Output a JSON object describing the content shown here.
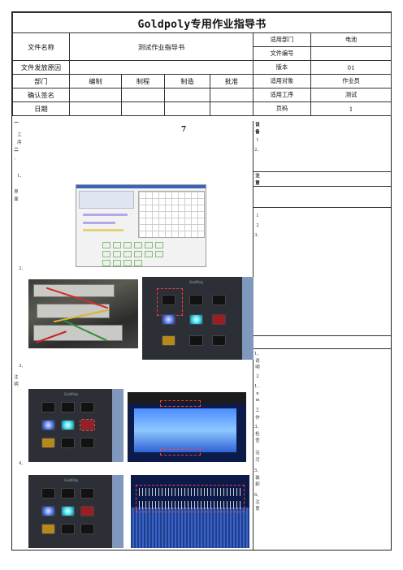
{
  "header": {
    "title": "Goldpoly专用作业指导书",
    "file_name_label": "文件名称",
    "file_name_value": "测试作业指导书",
    "issue_reason_label": "文件发放原因",
    "dept_label": "部门",
    "confirm_sign_label": "确认签名",
    "date_label": "日期",
    "roles": [
      "编制",
      "制程",
      "制造",
      "批准"
    ],
    "meta": [
      {
        "label": "适用部门",
        "value": "电池"
      },
      {
        "label": "文件编号",
        "value": ""
      },
      {
        "label": "版本",
        "value": "01"
      },
      {
        "label": "适用对象",
        "value": "作业员"
      },
      {
        "label": "适用工序",
        "value": "测试"
      },
      {
        "label": "页码",
        "value": "1"
      }
    ]
  },
  "left_margin": {
    "mark_top": "一",
    "text_a": "工序",
    "mark_mid": "二",
    "text_b": "、",
    "step1": "1、",
    "step1_text": "界面",
    "step2": "2、",
    "step3": "3、",
    "step3_text": "注明",
    "step4": "4、",
    "page_mark": "7"
  },
  "right_column": {
    "sec1_head": "设备",
    "sec1_items": [
      "1",
      "2、"
    ],
    "sec2_head": "注意",
    "sec2_items": [
      "1",
      "2",
      "3、"
    ],
    "sec3_items": [
      "1、说明",
      "2",
      "1、nm",
      "工作",
      "3、检查",
      "沾污",
      "5、装卸",
      "6、注意"
    ]
  }
}
